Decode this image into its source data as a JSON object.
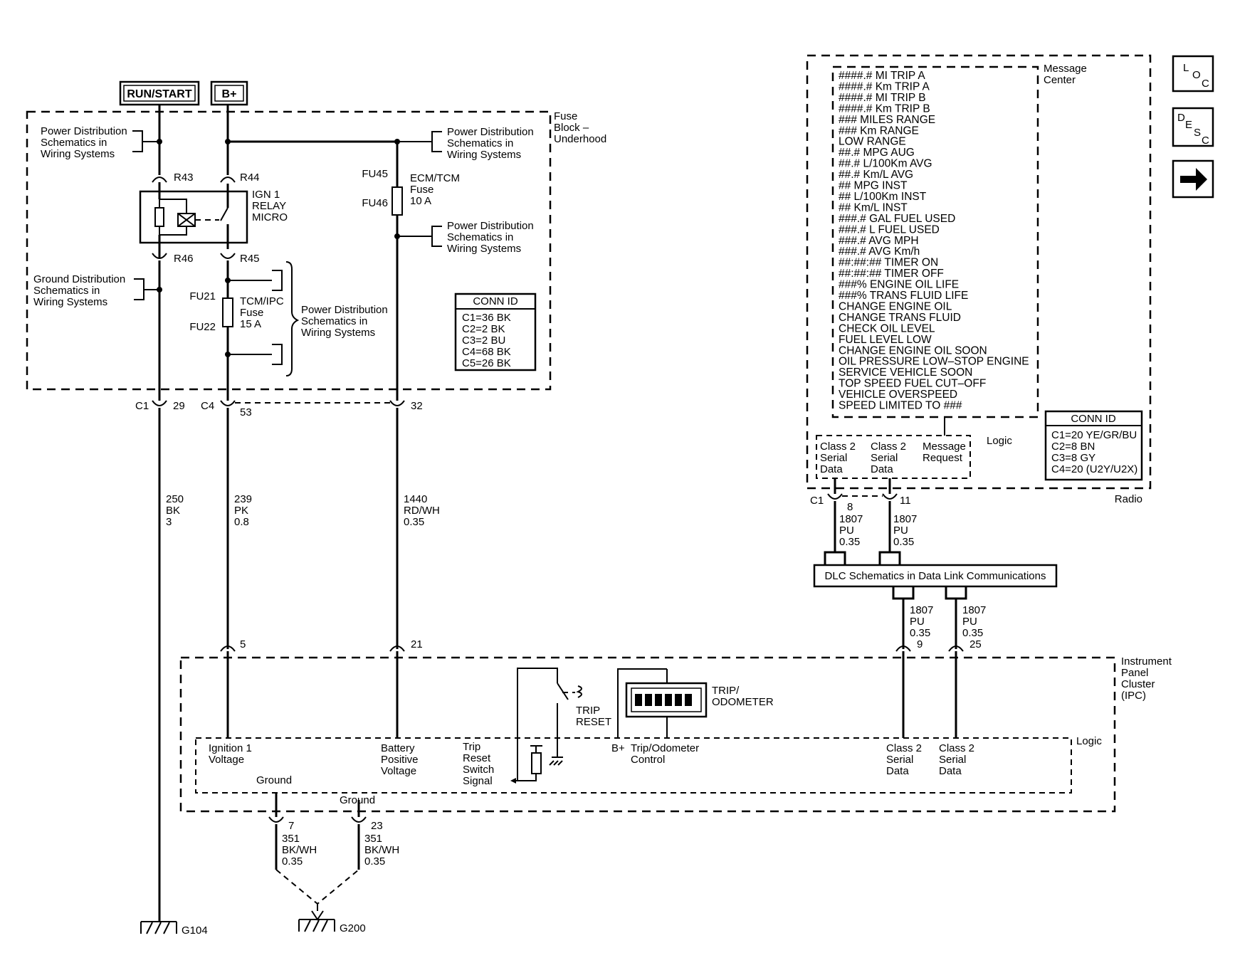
{
  "supplies": {
    "run_start": "RUN/START",
    "b_plus": "B+"
  },
  "fuse_block": {
    "title": [
      "Fuse",
      "Block –",
      "Underhood"
    ],
    "pd_ref": [
      "Power Distribution",
      "Schematics in",
      "Wiring Systems"
    ],
    "gd_ref": [
      "Ground Distribution",
      "Schematics in",
      "Wiring Systems"
    ],
    "relay": {
      "name": [
        "IGN 1",
        "RELAY",
        "MICRO"
      ],
      "pins": [
        "R43",
        "R44",
        "R46",
        "R45"
      ]
    },
    "fuse_ecm": {
      "name": [
        "ECM/TCM",
        "Fuse",
        "10 A"
      ],
      "pins": [
        "FU45",
        "FU46"
      ]
    },
    "fuse_tcm": {
      "name": [
        "TCM/IPC",
        "Fuse",
        "15 A"
      ],
      "pins": [
        "FU21",
        "FU22"
      ]
    },
    "conn_id": {
      "title": "CONN ID",
      "rows": [
        "C1=36 BK",
        "C2=2 BK",
        "C3=2 BU",
        "C4=68 BK",
        "C5=26 BK"
      ]
    },
    "connectors": {
      "c1": "C1",
      "c4": "C4",
      "p29": "29",
      "p53": "53",
      "p32": "32"
    }
  },
  "wires": {
    "w250": [
      "250",
      "BK",
      "3"
    ],
    "w239": [
      "239",
      "PK",
      "0.8"
    ],
    "w1440": [
      "1440",
      "RD/WH",
      "0.35"
    ],
    "w1807": [
      "1807",
      "PU",
      "0.35"
    ],
    "w351": [
      "351",
      "BK/WH",
      "0.35"
    ]
  },
  "radio": {
    "title": "Radio",
    "message_center": [
      "Message",
      "Center"
    ],
    "messages": [
      "####.# MI TRIP A",
      "####.# Km TRIP A",
      "####.# MI TRIP B",
      "####.# Km TRIP B",
      "### MILES RANGE",
      "### Km RANGE",
      "LOW RANGE",
      "##.# MPG AUG",
      "##.# L/100Km AVG",
      "##.# Km/L AVG",
      "## MPG INST",
      "## L/100Km INST",
      "## Km/L INST",
      "###.# GAL FUEL USED",
      "###.# L FUEL USED",
      "###.# AVG MPH",
      "###.# AVG Km/h",
      "##:##:## TIMER ON",
      "##:##:## TIMER OFF",
      "###% ENGINE OIL LIFE",
      "###% TRANS FLUID LIFE",
      "CHANGE ENGINE OIL",
      "CHANGE TRANS FLUID",
      "CHECK OIL LEVEL",
      "FUEL LEVEL LOW",
      "CHANGE ENGINE OIL SOON",
      "OIL PRESSURE LOW–STOP ENGINE",
      "SERVICE VEHICLE SOON",
      "TOP SPEED FUEL CUT–OFF",
      "VEHICLE OVERSPEED",
      "SPEED LIMITED TO ###"
    ],
    "logic": "Logic",
    "class2": [
      "Class 2",
      "Serial",
      "Data"
    ],
    "msg_request": [
      "Message",
      "Request"
    ],
    "conn_id": {
      "title": "CONN ID",
      "rows": [
        "C1=20 YE/GR/BU",
        "C2=8 BN",
        "C3=8 GY",
        "C4=20 (U2Y/U2X)"
      ]
    },
    "connector": "C1",
    "pins": [
      "8",
      "11"
    ]
  },
  "dlc": "DLC Schematics in Data Link Communications",
  "ipc": {
    "title": [
      "Instrument",
      "Panel",
      "Cluster",
      "(IPC)"
    ],
    "logic": "Logic",
    "pins": [
      "5",
      "21",
      "9",
      "25",
      "7",
      "23"
    ],
    "ign_voltage": [
      "Ignition 1",
      "Voltage"
    ],
    "batt_voltage": [
      "Battery",
      "Positive",
      "Voltage"
    ],
    "trip_signal": [
      "Trip",
      "Reset",
      "Switch",
      "Signal"
    ],
    "trip_reset": [
      "TRIP",
      "RESET"
    ],
    "trip_odometer": [
      "TRIP/",
      "ODOMETER"
    ],
    "b_plus": "B+",
    "trip_odo_control": [
      "Trip/Odometer",
      "Control"
    ],
    "class2": [
      "Class 2",
      "Serial",
      "Data"
    ],
    "ground": "Ground"
  },
  "grounds": {
    "g104": "G104",
    "g200": "G200"
  },
  "nav": {
    "loc": [
      "L",
      "O",
      "C"
    ],
    "desc": [
      "D",
      "E",
      "S",
      "C"
    ],
    "next_icon": "arrow-right-icon"
  }
}
